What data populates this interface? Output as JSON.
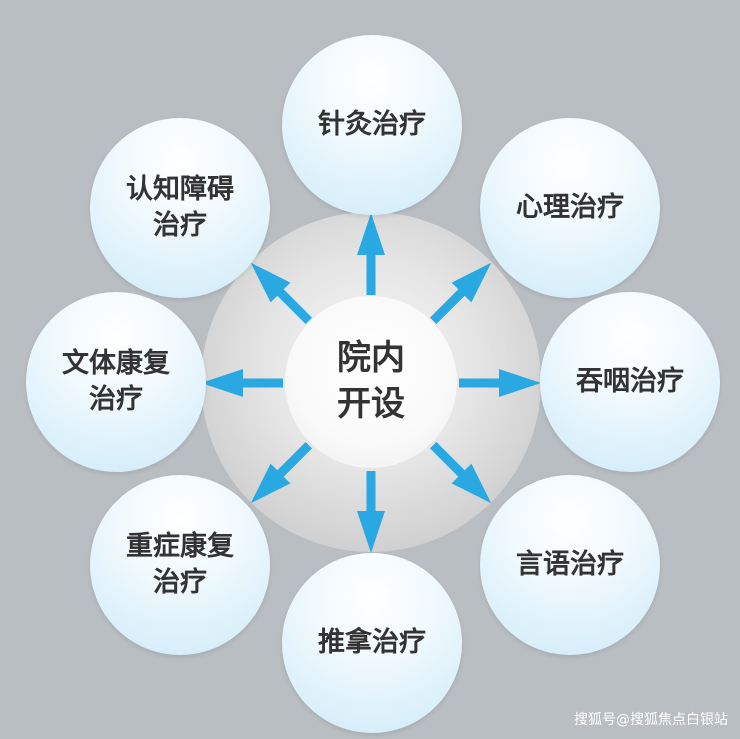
{
  "center": {
    "label": "院内\n开设"
  },
  "nodes": [
    {
      "id": "acupuncture",
      "label": "针灸治疗"
    },
    {
      "id": "psychology",
      "label": "心理治疗"
    },
    {
      "id": "swallowing",
      "label": "吞咽治疗"
    },
    {
      "id": "speech",
      "label": "言语治疗"
    },
    {
      "id": "massage",
      "label": "推拿治疗"
    },
    {
      "id": "severe-rehab",
      "label": "重症康复\n治疗"
    },
    {
      "id": "sports-rehab",
      "label": "文体康复\n治疗"
    },
    {
      "id": "cognitive",
      "label": "认知障碍\n治疗"
    }
  ],
  "arrow_color": "#29a8e2",
  "bubble_text_color": "#333333",
  "watermark": "搜狐号@搜狐焦点白银站"
}
